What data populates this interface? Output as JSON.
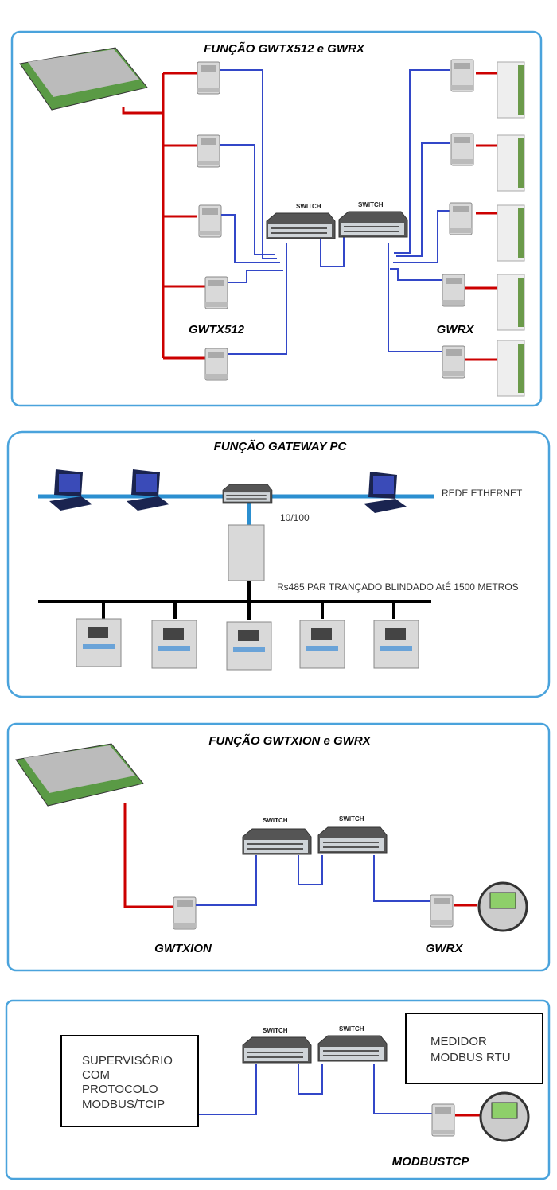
{
  "panel1": {
    "title": "FUNÇÃO GWTX512 e GWRX",
    "left_label": "GWTX512",
    "right_label": "GWRX",
    "switch_label": "SWITCH"
  },
  "panel2": {
    "title": "FUNÇÃO GATEWAY PC",
    "network_label": "REDE ETHERNET",
    "speed_label": "10/100",
    "bus_label": "Rs485 PAR TRANÇADO BLINDADO AtÉ 1500 METROS"
  },
  "panel3": {
    "title": "FUNÇÃO GWTXION e  GWRX",
    "left_label": "GWTXION",
    "right_label": "GWRX",
    "switch_label": "SWITCH"
  },
  "panel4": {
    "supervisor_lines": [
      "SUPERVISÓRIO",
      "COM",
      "PROTOCOLO",
      "MODBUS/TCIP"
    ],
    "meter_lines": [
      "MEDIDOR",
      "MODBUS RTU"
    ],
    "device_label": "MODBUSTCP",
    "switch_label": "SWITCH"
  },
  "colors": {
    "panel_border": "#4aa3dc",
    "serial_line": "#cc0000",
    "ethernet_line": "#3347c8",
    "network_bus": "#2b8fd0"
  }
}
